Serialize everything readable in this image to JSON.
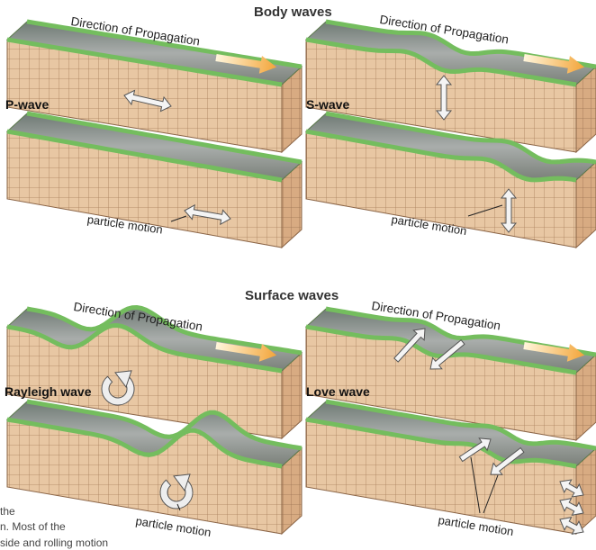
{
  "headings": {
    "body_waves": "Body waves",
    "surface_waves": "Surface waves"
  },
  "wave_labels": {
    "p_wave": "P-wave",
    "s_wave": "S-wave",
    "rayleigh_wave": "Rayleigh wave",
    "love_wave": "Love wave"
  },
  "direction_text": "Direction of Propagation",
  "particle_motion_text": "particle motion",
  "caption_fragments": [
    "the",
    "n. Most of the",
    "side and rolling motion"
  ],
  "colors": {
    "earth": "#e8c7a3",
    "earth_side": "#d9ad84",
    "grid": "#a07a5a",
    "grass": "#7cc06a",
    "road": "#8f9496",
    "arrow_gradient_start": "#fff3d0",
    "arrow_gradient_end": "#f3a53a",
    "motion_arrow": "#e4e4e4"
  }
}
